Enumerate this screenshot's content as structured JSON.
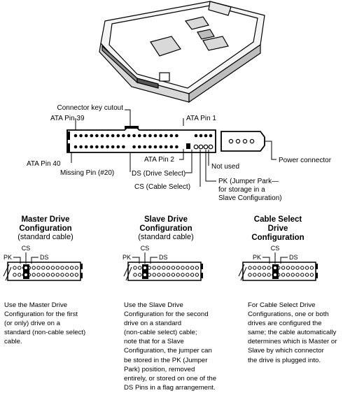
{
  "callouts": {
    "connector_key_cutout": "Connector key cutout",
    "ata_pin_39": "ATA Pin 39",
    "ata_pin_1": "ATA Pin 1",
    "ata_pin_40": "ATA Pin 40",
    "ata_pin_2": "ATA Pin 2",
    "missing_pin": "Missing Pin (#20)",
    "ds": "DS (Drive Select)",
    "cs": "CS (Cable Select)",
    "not_used": "Not used",
    "pk_line1": "PK (Jumper Park—",
    "pk_line2": "for storage in a",
    "pk_line3": "Slave Configuration)",
    "power_connector": "Power connector"
  },
  "jumper_labels": {
    "pk": "PK",
    "cs": "CS",
    "ds": "DS"
  },
  "configs": [
    {
      "title_lines": [
        "Master Drive",
        "Configuration"
      ],
      "subtitle": "(standard cable)",
      "description": [
        "Use the Master Drive",
        "Configuration for the first",
        "(or only) drive on a",
        "standard (non-cable select)",
        "cable."
      ]
    },
    {
      "title_lines": [
        "Slave Drive",
        "Configuration"
      ],
      "subtitle": "(standard cable)",
      "description": [
        "Use the Slave Drive",
        "Configuration for the second",
        "drive on a standard",
        "(non-cable select) cable;",
        "note that for a Slave",
        "Configuration, the jumper can",
        "be stored in the PK (Jumper",
        "Park) position, removed",
        "entirely, or stored on one of the",
        "DS Pins in a flag arrangement."
      ]
    },
    {
      "title_lines": [
        "Cable Select",
        "Drive",
        "Configuration"
      ],
      "subtitle": "",
      "description": [
        "For Cable Select Drive",
        "Configurations, one or both",
        "drives are configured the",
        "same; the cable automatically",
        "determines which is Master or",
        "Slave by which connector",
        "the drive is plugged into."
      ]
    }
  ]
}
